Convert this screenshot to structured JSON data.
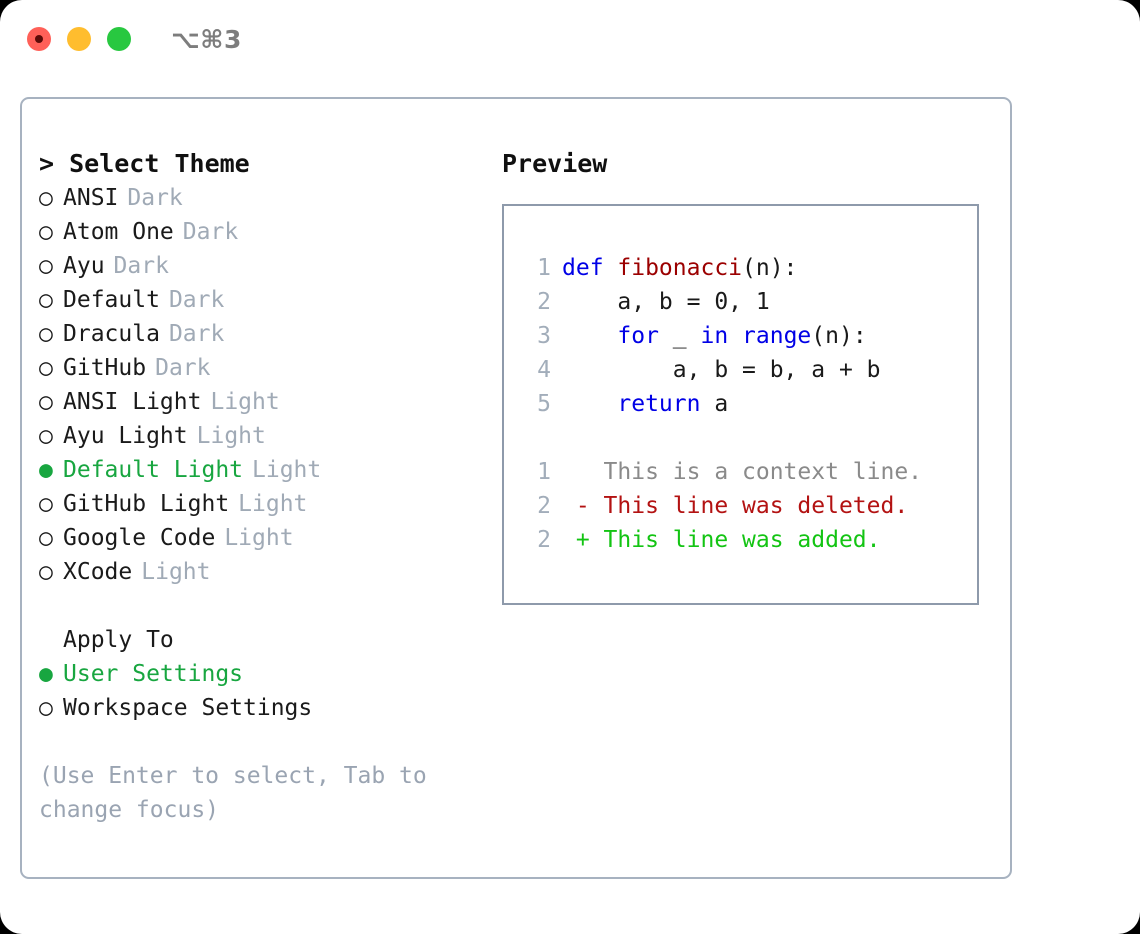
{
  "titlebar": {
    "shortcut": "⌥⌘3",
    "buttons": [
      {
        "name": "close",
        "color": "#ff6058"
      },
      {
        "name": "minimize",
        "color": "#ffbd2e"
      },
      {
        "name": "maximize",
        "color": "#28c840"
      }
    ]
  },
  "theme_picker": {
    "heading": "> Select Theme",
    "options": [
      {
        "marker": "○",
        "label": "ANSI",
        "category": "Dark",
        "selected": false
      },
      {
        "marker": "○",
        "label": "Atom One",
        "category": "Dark",
        "selected": false
      },
      {
        "marker": "○",
        "label": "Ayu",
        "category": "Dark",
        "selected": false
      },
      {
        "marker": "○",
        "label": "Default",
        "category": "Dark",
        "selected": false
      },
      {
        "marker": "○",
        "label": "Dracula",
        "category": "Dark",
        "selected": false
      },
      {
        "marker": "○",
        "label": "GitHub",
        "category": "Dark",
        "selected": false
      },
      {
        "marker": "○",
        "label": "ANSI Light",
        "category": "Light",
        "selected": false
      },
      {
        "marker": "○",
        "label": "Ayu Light",
        "category": "Light",
        "selected": false
      },
      {
        "marker": "●",
        "label": "Default Light",
        "category": "Light",
        "selected": true
      },
      {
        "marker": "○",
        "label": "GitHub Light",
        "category": "Light",
        "selected": false
      },
      {
        "marker": "○",
        "label": "Google Code",
        "category": "Light",
        "selected": false
      },
      {
        "marker": "○",
        "label": "XCode",
        "category": "Light",
        "selected": false
      }
    ]
  },
  "apply_to": {
    "heading": "Apply To",
    "options": [
      {
        "marker": "●",
        "label": "User Settings",
        "selected": true
      },
      {
        "marker": "○",
        "label": "Workspace Settings",
        "selected": false
      }
    ]
  },
  "hint": "(Use Enter to select, Tab to change focus)",
  "preview": {
    "heading": "Preview",
    "code_lines": [
      {
        "num": "1",
        "tokens": [
          {
            "t": "def ",
            "c": "kw"
          },
          {
            "t": "fibonacci",
            "c": "fn"
          },
          {
            "t": "(n):",
            "c": "code"
          }
        ]
      },
      {
        "num": "2",
        "tokens": [
          {
            "t": "    a, b = 0, 1",
            "c": "code"
          }
        ]
      },
      {
        "num": "3",
        "tokens": [
          {
            "t": "    ",
            "c": "code"
          },
          {
            "t": "for ",
            "c": "kw"
          },
          {
            "t": "_ ",
            "c": "code"
          },
          {
            "t": "in ",
            "c": "kw"
          },
          {
            "t": "range",
            "c": "kw"
          },
          {
            "t": "(n):",
            "c": "code"
          }
        ]
      },
      {
        "num": "4",
        "tokens": [
          {
            "t": "        a, b = b, a + b",
            "c": "code"
          }
        ]
      },
      {
        "num": "5",
        "tokens": [
          {
            "t": "    ",
            "c": "code"
          },
          {
            "t": "return ",
            "c": "kw"
          },
          {
            "t": "a",
            "c": "code"
          }
        ]
      }
    ],
    "diff_lines": [
      {
        "num": "1",
        "tokens": [
          {
            "t": "   This is a context line.",
            "c": "ctx"
          }
        ]
      },
      {
        "num": "2",
        "tokens": [
          {
            "t": " - This line was deleted.",
            "c": "del"
          }
        ]
      },
      {
        "num": "2",
        "tokens": [
          {
            "t": " + This line was added.",
            "c": "add"
          }
        ]
      }
    ]
  },
  "colors": {
    "accent_green": "#18a640",
    "muted": "#a0aab6",
    "hint": "#9aa4b2",
    "keyword_blue": "#0000e6",
    "function_red": "#9b0000",
    "diff_add": "#13c413",
    "diff_del": "#b31212",
    "border": "#a7b2c0"
  }
}
